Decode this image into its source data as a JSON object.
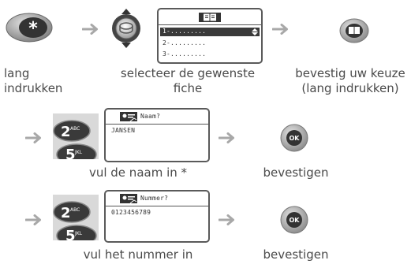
{
  "colors": {
    "gray": "#a8a8a8",
    "dark": "#4a4a4a",
    "accent": "#333333"
  },
  "row1": {
    "caption_1_line1": "lang",
    "caption_1_line2": "indrukken",
    "caption_2_line1": "selecteer de gewenste",
    "caption_2_line2": "fiche",
    "caption_3_line1": "bevestig uw keuze",
    "caption_3_line2": "(lang indrukken)",
    "screen_lines": [
      "1-.........",
      "2-.........",
      "3-........."
    ],
    "icons": [
      "star-key-icon",
      "navigator-icon",
      "book-key-icon"
    ]
  },
  "row2": {
    "screen_header": "Naam?",
    "screen_value": "JANSEN",
    "keys": [
      "2ABC",
      "5JKL"
    ],
    "caption_left": "vul de naam in *",
    "caption_right": "bevestigen",
    "ok_label": "OK"
  },
  "row3": {
    "screen_header": "Nummer?",
    "screen_value": "0123456789",
    "keys": [
      "2ABC",
      "5JKL"
    ],
    "caption_left": "vul het nummer in",
    "caption_right": "bevestigen",
    "ok_label": "OK"
  }
}
